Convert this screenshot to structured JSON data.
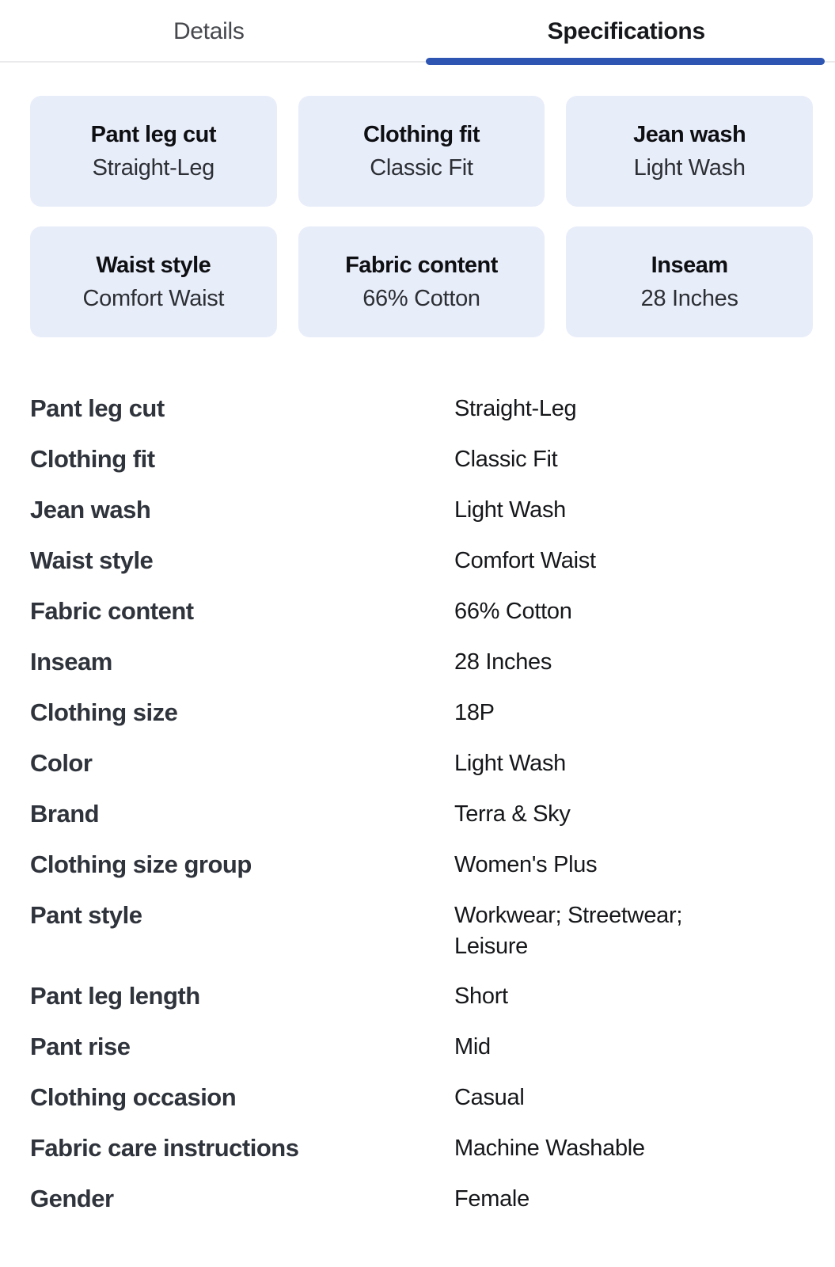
{
  "tabs": [
    {
      "label": "Details",
      "active": false
    },
    {
      "label": "Specifications",
      "active": true
    }
  ],
  "highlight_cards": [
    {
      "label": "Pant leg cut",
      "value": "Straight-Leg"
    },
    {
      "label": "Clothing fit",
      "value": "Classic Fit"
    },
    {
      "label": "Jean wash",
      "value": "Light Wash"
    },
    {
      "label": "Waist style",
      "value": "Comfort Waist"
    },
    {
      "label": "Fabric content",
      "value": "66% Cotton"
    },
    {
      "label": "Inseam",
      "value": "28 Inches"
    }
  ],
  "spec_rows": [
    {
      "label": "Pant leg cut",
      "value": "Straight-Leg"
    },
    {
      "label": "Clothing fit",
      "value": "Classic Fit"
    },
    {
      "label": "Jean wash",
      "value": "Light Wash"
    },
    {
      "label": "Waist style",
      "value": "Comfort Waist"
    },
    {
      "label": "Fabric content",
      "value": "66% Cotton"
    },
    {
      "label": "Inseam",
      "value": "28 Inches"
    },
    {
      "label": "Clothing size",
      "value": "18P"
    },
    {
      "label": "Color",
      "value": "Light Wash"
    },
    {
      "label": "Brand",
      "value": "Terra & Sky"
    },
    {
      "label": "Clothing size group",
      "value": "Women's Plus"
    },
    {
      "label": "Pant style",
      "value": "Workwear; Streetwear; Leisure"
    },
    {
      "label": "Pant leg length",
      "value": "Short"
    },
    {
      "label": "Pant rise",
      "value": "Mid"
    },
    {
      "label": "Clothing occasion",
      "value": "Casual"
    },
    {
      "label": "Fabric care instructions",
      "value": "Machine Washable"
    },
    {
      "label": "Gender",
      "value": "Female"
    }
  ],
  "colors": {
    "accent_blue": "#2e55b2",
    "card_background": "#e8edfa",
    "divider": "#eaeaec"
  }
}
